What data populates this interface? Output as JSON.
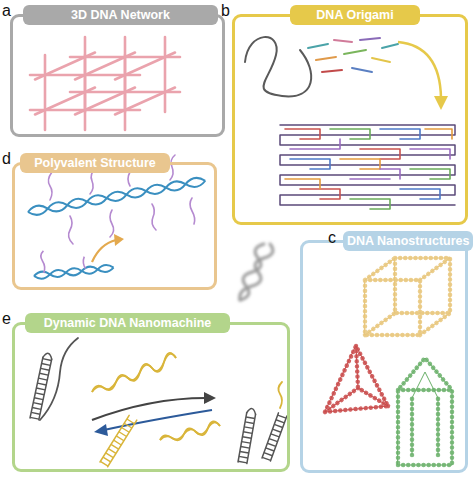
{
  "diagram": {
    "nodes": [
      {
        "text": [
          "3D DNA Network"
        ]
      },
      {
        "text": [
          "DNA Origami"
        ]
      },
      {
        "text": [
          "Polyvalent Structure"
        ]
      },
      {
        "text": [
          "DNA Nanostructures"
        ]
      },
      {
        "text": [
          "Dynamic DNA Nanomachine"
        ]
      }
    ],
    "labels": [
      "a",
      "b",
      "d",
      "c",
      "e"
    ]
  }
}
